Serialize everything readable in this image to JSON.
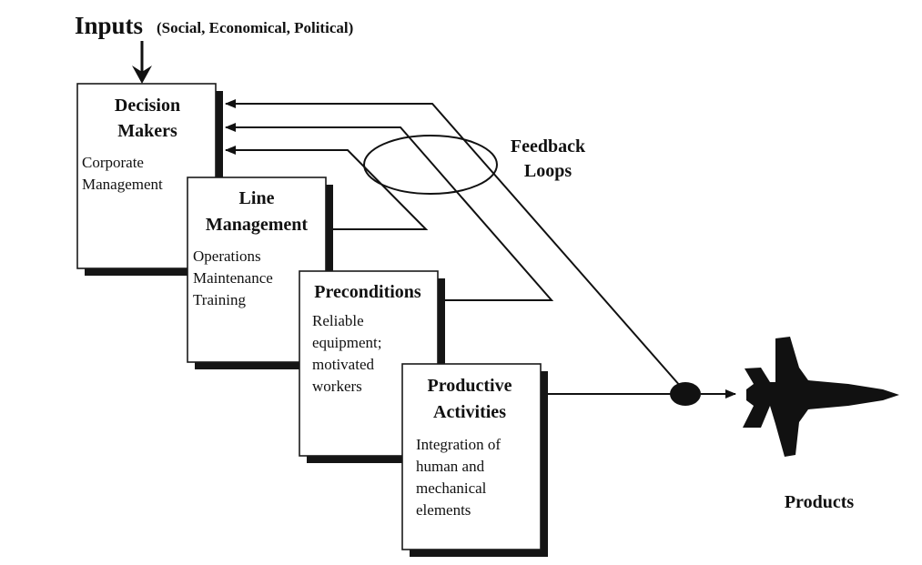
{
  "inputs": {
    "title": "Inputs",
    "subtitle": "(Social, Economical, Political)"
  },
  "boxes": [
    {
      "title": [
        "Decision",
        "Makers"
      ],
      "body": [
        "Corporate",
        "Management"
      ]
    },
    {
      "title": [
        "Line",
        "Management"
      ],
      "body": [
        "Operations",
        "Maintenance",
        "Training"
      ]
    },
    {
      "title": [
        "Preconditions"
      ],
      "body": [
        "Reliable",
        "equipment;",
        "motivated",
        "workers"
      ]
    },
    {
      "title": [
        "Productive",
        "Activities"
      ],
      "body": [
        "Integration of",
        "human and",
        "mechanical",
        "elements"
      ]
    }
  ],
  "feedback": {
    "line1": "Feedback",
    "line2": "Loops"
  },
  "products": {
    "label": "Products",
    "icon": "fighter-jet-icon"
  }
}
